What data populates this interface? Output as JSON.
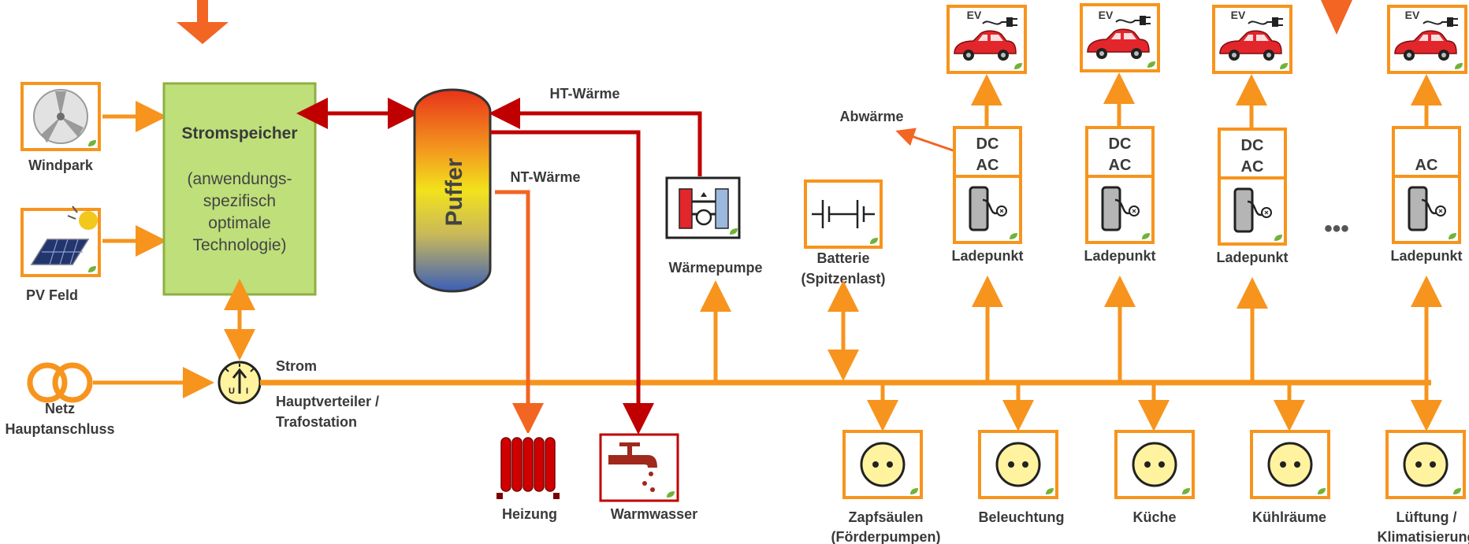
{
  "colors": {
    "orange": "#F7941D",
    "dark_orange": "#F26522",
    "red": "#C00000",
    "storage_fill": "#BEDF7A",
    "storage_border": "#8DB042",
    "socket_fill": "#FFF3A0",
    "text": "#3a3a3a"
  },
  "sources": {
    "windpark": "Windpark",
    "pv_feld": "PV Feld",
    "netz": "Netz",
    "hauptanschluss": "Hauptanschluss"
  },
  "storage": {
    "title": "Stromspeicher",
    "desc": [
      "(anwendungs-",
      "spezifisch",
      "optimale",
      "Technologie)"
    ]
  },
  "grid": {
    "strom": "Strom",
    "hauptverteiler": "Hauptverteiler /",
    "trafostation": "Trafostation"
  },
  "heat": {
    "puffer": "Puffer",
    "ht_waerme": "HT-Wärme",
    "nt_waerme": "NT-Wärme",
    "waermepumpe": "Wärmepumpe",
    "heizung": "Heizung",
    "warmwasser": "Warmwasser"
  },
  "battery": {
    "line1": "Batterie",
    "line2": "(Spitzenlast)"
  },
  "abwaerme": "Abwärme",
  "charging": {
    "ev_badge": "EV",
    "ladepunkt": "Ladepunkt",
    "converters": [
      {
        "line1": "DC",
        "line2": "AC"
      },
      {
        "line1": "DC",
        "line2": "AC"
      },
      {
        "line1": "DC",
        "line2": "AC"
      },
      {
        "line1": "",
        "line2": "AC"
      }
    ],
    "ellipsis": "•••"
  },
  "consumers": [
    {
      "line1": "Zapfsäulen",
      "line2": "(Förderpumpen)"
    },
    {
      "line1": "Beleuchtung",
      "line2": ""
    },
    {
      "line1": "Küche",
      "line2": ""
    },
    {
      "line1": "Kühlräume",
      "line2": ""
    },
    {
      "line1": "Lüftung /",
      "line2": "Klimatisierung"
    }
  ],
  "icons": {
    "windpark": "wind-turbine-icon",
    "pv": "solar-panel-icon",
    "netz": "grid-connection-icon",
    "meter": "meter-icon",
    "heater": "radiator-icon",
    "tap": "water-tap-icon",
    "heatpump": "heat-pump-icon",
    "battery": "battery-icon",
    "ev": "electric-car-icon",
    "charger": "charging-station-icon",
    "socket": "power-socket-icon",
    "leaf": "leaf-icon"
  }
}
